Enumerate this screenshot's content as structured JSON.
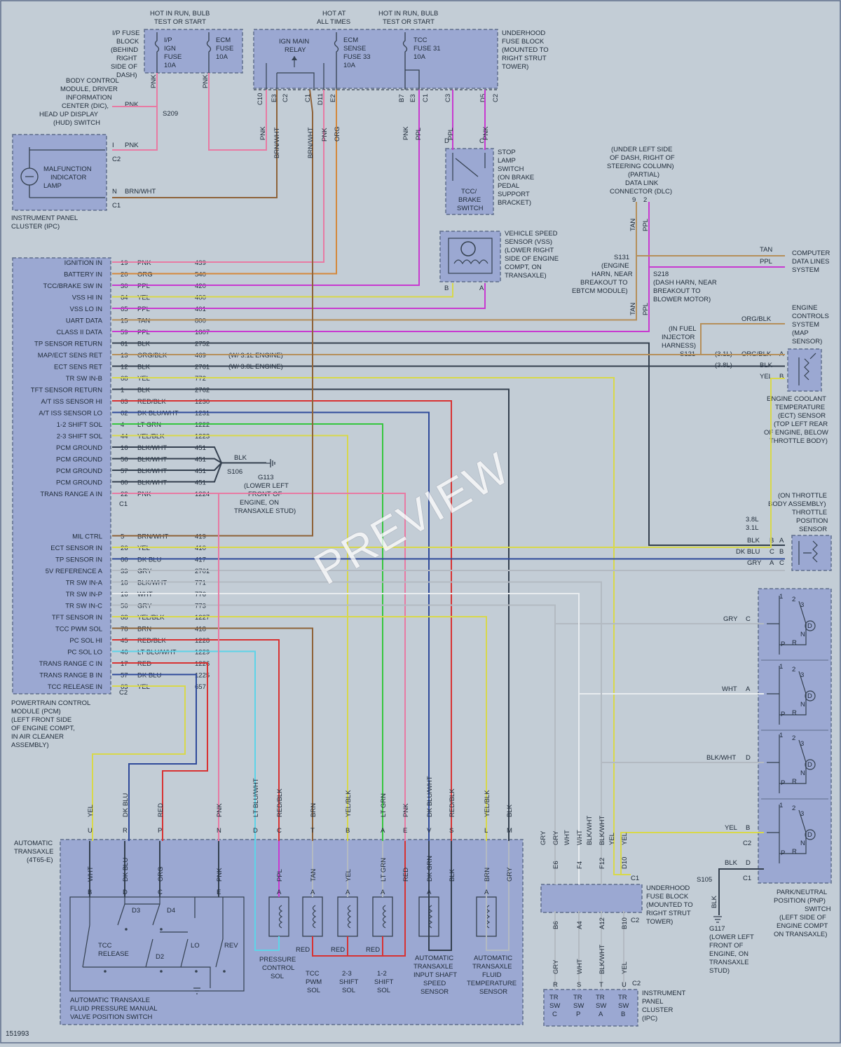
{
  "diagram_id": "151993",
  "watermark": "PREVIEW",
  "top": {
    "hot_run_bulb": "HOT IN RUN, BULB TEST OR START",
    "hot_all_times": "HOT AT ALL TIMES",
    "hot_run_bulb2": "HOT IN RUN, BULB TEST OR START",
    "ip_fuse_block": "I/P FUSE BLOCK (BEHIND RIGHT SIDE OF DASH)",
    "ip_ign_fuse": "I/P IGN FUSE 10A",
    "ecm_fuse": "ECM FUSE 10A",
    "ign_main_relay": "IGN MAIN RELAY",
    "ecm_sense_fuse": "ECM SENSE FUSE 33 10A",
    "tcc_fuse": "TCC FUSE 31 10A",
    "underhood_fuse_block": "UNDERHOOD FUSE BLOCK (MOUNTED TO RIGHT STRUT TOWER)",
    "bcm": "BODY CONTROL MODULE, DRIVER INFORMATION CENTER (DIC), HEAD UP DISPLAY (HUD) SWITCH",
    "s209": "S209",
    "mil": "MALFUNCTION INDICATOR LAMP",
    "ipc": "INSTRUMENT PANEL CLUSTER (IPC)",
    "stop_lamp_switch": "STOP LAMP SWITCH (ON BRAKE PEDAL SUPPORT BRACKET)",
    "tcc_brake_switch": "TCC/ BRAKE SWITCH",
    "dlc": "(UNDER LEFT SIDE OF DASH, RIGHT OF STEERING COLUMN) (PARTIAL) DATA LINK CONNECTOR (DLC)",
    "vss": "VEHICLE SPEED SENSOR (VSS) (LOWER RIGHT SIDE OF ENGINE COMPT, ON TRANSAXLE)",
    "s131": "S131 (ENGINE HARN, NEAR BREAKOUT TO EBTCM MODULE)",
    "s218": "S218 (DASH HARN, NEAR BREAKOUT TO BLOWER MOTOR)",
    "computer_data": "COMPUTER DATA LINES SYSTEM",
    "ecs_map": "ENGINE CONTROLS SYSTEM (MAP SENSOR)",
    "s121": "(IN FUEL INJECTOR HARNESS) S121",
    "ect": "ENGINE COOLANT TEMPERATURE (ECT) SENSOR (TOP LEFT REAR OF ENGINE, BELOW THROTTLE BODY)",
    "w31": "(W/ 3.1L ENGINE)",
    "w38": "(W/ 3.8L ENGINE)",
    "tps": "(ON THROTTLE BODY ASSEMBLY) THROTTLE POSITION SENSOR",
    "g113": "G113 (LOWER LEFT FRONT OF ENGINE, ON TRANSAXLE STUD)",
    "s106": "S106"
  },
  "pcm": {
    "label": "POWERTRAIN CONTROL MODULE (PCM) (LEFT FRONT SIDE OF ENGINE COMPT, IN AIR CLEANER ASSEMBLY)",
    "pins": [
      {
        "name": "IGNITION IN",
        "pin": "19",
        "color": "PNK",
        "circuit": "439"
      },
      {
        "name": "BATTERY IN",
        "pin": "20",
        "color": "ORG",
        "circuit": "540"
      },
      {
        "name": "TCC/BRAKE SW IN",
        "pin": "30",
        "color": "PPL",
        "circuit": "420"
      },
      {
        "name": "VSS HI IN",
        "pin": "64",
        "color": "YEL",
        "circuit": "400"
      },
      {
        "name": "VSS LO IN",
        "pin": "65",
        "color": "PPL",
        "circuit": "401"
      },
      {
        "name": "UART DATA",
        "pin": "15",
        "color": "TAN",
        "circuit": "800"
      },
      {
        "name": "CLASS II DATA",
        "pin": "59",
        "color": "PPL",
        "circuit": "1807"
      },
      {
        "name": "TP SENSOR RETURN",
        "pin": "61",
        "color": "BLK",
        "circuit": "2752"
      },
      {
        "name": "MAP/ECT SENS RET",
        "pin": "13",
        "color": "ORG/BLK",
        "circuit": "469"
      },
      {
        "name": "ECT SENS RET",
        "pin": "12",
        "color": "BLK",
        "circuit": "2761"
      },
      {
        "name": "TR SW IN-B",
        "pin": "68",
        "color": "YEL",
        "circuit": "772"
      },
      {
        "name": "TFT SENSOR RETURN",
        "pin": "1",
        "color": "BLK",
        "circuit": "2762"
      },
      {
        "name": "A/T ISS SENSOR HI",
        "pin": "63",
        "color": "RED/BLK",
        "circuit": "1230"
      },
      {
        "name": "A/T ISS SENSOR LO",
        "pin": "62",
        "color": "DK BLU/WHT",
        "circuit": "1231"
      },
      {
        "name": "1-2 SHIFT SOL",
        "pin": "4",
        "color": "LT GRN",
        "circuit": "1222"
      },
      {
        "name": "2-3 SHIFT SOL",
        "pin": "44",
        "color": "YEL/BLK",
        "circuit": "1223"
      },
      {
        "name": "PCM GROUND",
        "pin": "16",
        "color": "BLK/WHT",
        "circuit": "451"
      },
      {
        "name": "PCM GROUND",
        "pin": "56",
        "color": "BLK/WHT",
        "circuit": "451"
      },
      {
        "name": "PCM GROUND",
        "pin": "57",
        "color": "BLK/WHT",
        "circuit": "451"
      },
      {
        "name": "PCM GROUND",
        "pin": "60",
        "color": "BLK/WHT",
        "circuit": "451"
      },
      {
        "name": "TRANS RANGE A IN",
        "pin": "22",
        "color": "PNK",
        "circuit": "1224"
      },
      {
        "name": "MIL CTRL",
        "pin": "5",
        "color": "BRN/WHT",
        "circuit": "419"
      },
      {
        "name": "ECT SENSOR IN",
        "pin": "26",
        "color": "YEL",
        "circuit": "410"
      },
      {
        "name": "TP SENSOR IN",
        "pin": "66",
        "color": "DK BLU",
        "circuit": "417"
      },
      {
        "name": "5V REFERENCE A",
        "pin": "33",
        "color": "GRY",
        "circuit": "2701"
      },
      {
        "name": "TR SW IN-A",
        "pin": "18",
        "color": "BLK/WHT",
        "circuit": "771"
      },
      {
        "name": "TR SW IN-P",
        "pin": "16",
        "color": "WHT",
        "circuit": "776"
      },
      {
        "name": "TR SW IN-C",
        "pin": "56",
        "color": "GRY",
        "circuit": "773"
      },
      {
        "name": "TFT SENSOR IN",
        "pin": "68",
        "color": "YEL/BLK",
        "circuit": "1227"
      },
      {
        "name": "TCC PWM SOL",
        "pin": "78",
        "color": "BRN",
        "circuit": "418"
      },
      {
        "name": "PC SOL HI",
        "pin": "45",
        "color": "RED/BLK",
        "circuit": "1228"
      },
      {
        "name": "PC SOL LO",
        "pin": "46",
        "color": "LT BLU/WHT",
        "circuit": "1229"
      },
      {
        "name": "TRANS RANGE C IN",
        "pin": "17",
        "color": "RED",
        "circuit": "1226"
      },
      {
        "name": "TRANS RANGE B IN",
        "pin": "57",
        "color": "DK BLU",
        "circuit": "1225"
      },
      {
        "name": "TCC RELEASE IN",
        "pin": "63",
        "color": "YEL",
        "circuit": "657"
      }
    ],
    "c1": "C1",
    "c2": "C2"
  },
  "bottom": {
    "auto_transaxle": "AUTOMATIC TRANSAXLE (4T65-E)",
    "pressure_switch": "AUTOMATIC TRANSAXLE FLUID PRESSURE MANUAL VALVE POSITION SWITCH",
    "pc_sol": "PRESSURE CONTROL SOL",
    "tcc_pwm_sol": "TCC PWM SOL",
    "shift23": "2-3 SHIFT SOL",
    "shift12": "1-2 SHIFT SOL",
    "iss": "AUTOMATIC TRANSAXLE INPUT SHAFT SPEED SENSOR",
    "tft": "AUTOMATIC TRANSAXLE FLUID TEMPERATURE SENSOR",
    "underhood2": "UNDERHOOD FUSE BLOCK (MOUNTED TO RIGHT STRUT TOWER)",
    "ipc2": "INSTRUMENT PANEL CLUSTER (IPC)",
    "pnp": "PARK/NEUTRAL POSITION (PNP) SWITCH (LEFT SIDE OF ENGINE COMPT ON TRANSAXLE)",
    "g117": "G117 (LOWER LEFT FRONT OF ENGINE, ON TRANSAXLE STUD)",
    "s105": "S105",
    "d3": "D3",
    "d4": "D4",
    "d2": "D2",
    "lo": "LO",
    "rev": "REV",
    "tcc_release": "TCC RELEASE",
    "trsw_c": "TR SW C",
    "trsw_p": "TR SW P",
    "trsw_a": "TR SW A",
    "trsw_b": "TR SW B"
  },
  "colors": {
    "pnk": "#e87aa3",
    "org": "#d4883a",
    "ppl": "#c83ad0",
    "yel": "#d8d84a",
    "tan": "#b58f5a",
    "blk": "#34404f",
    "gry": "#b3bac2",
    "dkblu": "#2f4a9a",
    "ltgrn": "#36c63f",
    "red": "#d83232",
    "ltblu": "#5ed4e8",
    "brn": "#8e6238",
    "wht": "#e8ecef"
  }
}
